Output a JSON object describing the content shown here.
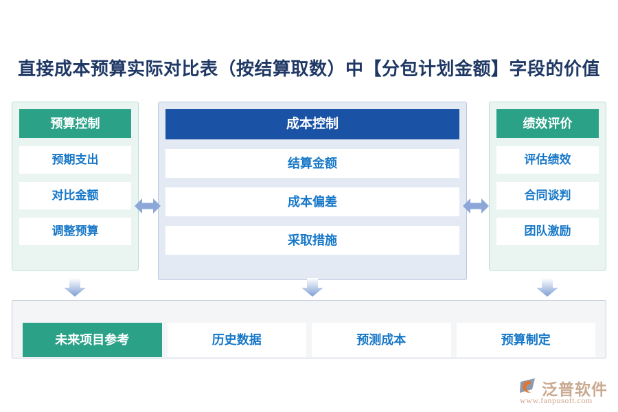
{
  "page": {
    "title": "直接成本预算实际对比表（按结算取数）中【分包计划金额】字段的价值"
  },
  "colors": {
    "teal": "#2ba287",
    "blue": "#1a52a6",
    "card_text": "#1677c8",
    "title_text": "#1f3864",
    "left_panel_bg": "#eaf5f1",
    "center_panel_bg": "#e4eaf4",
    "bottom_band_bg": "#f4f5f7",
    "arrow": "#8da8d8"
  },
  "columns": [
    {
      "key": "budget-control",
      "header": "预算控制",
      "header_style": "teal",
      "cards": [
        "预期支出",
        "对比金额",
        "调整预算"
      ]
    },
    {
      "key": "cost-control",
      "header": "成本控制",
      "header_style": "blue",
      "cards": [
        "结算金额",
        "成本偏差",
        "采取措施"
      ]
    },
    {
      "key": "performance-evaluation",
      "header": "绩效评价",
      "header_style": "teal",
      "cards": [
        "评估绩效",
        "合同谈判",
        "团队激励"
      ]
    }
  ],
  "bottom": {
    "cards": [
      {
        "label": "未来项目参考",
        "highlight": true
      },
      {
        "label": "历史数据",
        "highlight": false
      },
      {
        "label": "预测成本",
        "highlight": false
      },
      {
        "label": "预算制定",
        "highlight": false
      }
    ]
  },
  "arrows": {
    "horizontal": [
      "double-arrow-left-right",
      "double-arrow-left-right"
    ],
    "down": [
      "arrow-down",
      "arrow-down",
      "arrow-down"
    ]
  },
  "logo": {
    "name": "泛普软件",
    "url": "www.fanpusoft.com"
  }
}
